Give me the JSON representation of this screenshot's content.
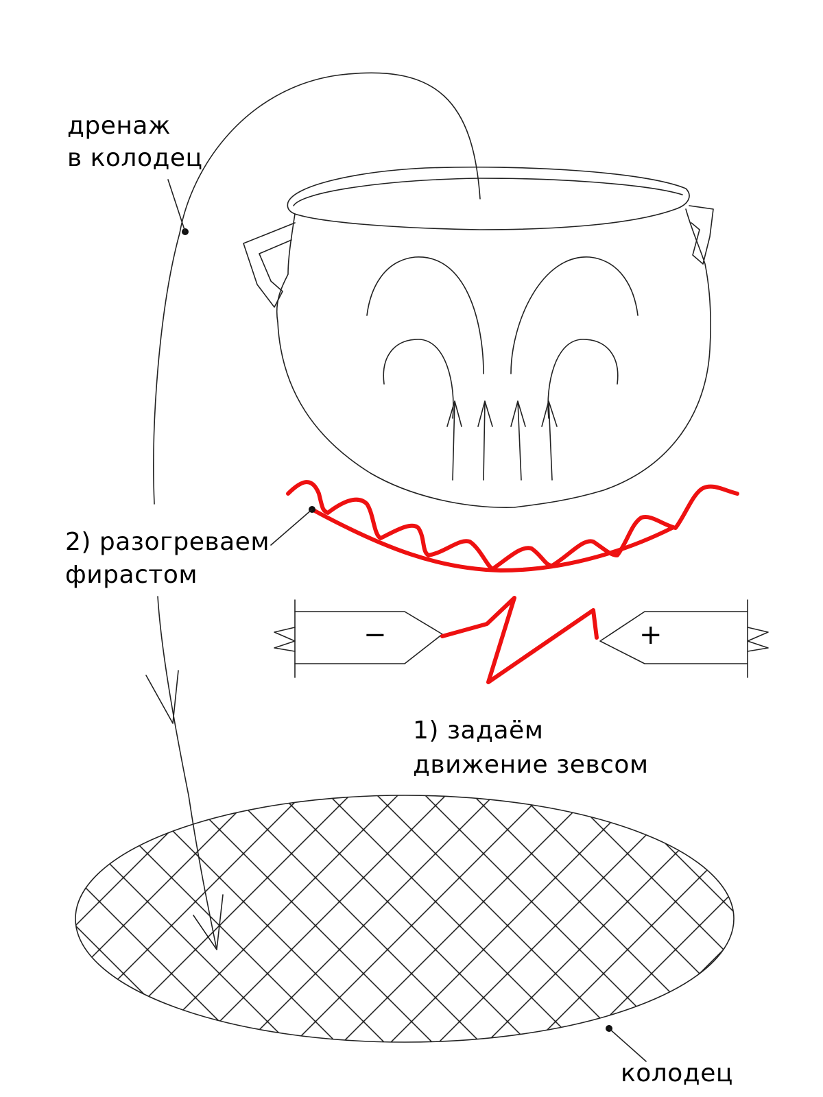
{
  "labels": {
    "drainage_line1": "дренаж",
    "drainage_line2": "в колодец",
    "heat_line1": "2) разогреваем",
    "heat_line2": "фирастом",
    "zeus_line1": "1) задаём",
    "zeus_line2": "движение зевсом",
    "well": "колодец",
    "minus_sign": "−",
    "plus_sign": "+"
  },
  "colors": {
    "ink": "#222222",
    "heater": "#ee1111",
    "background": "#ffffff"
  }
}
